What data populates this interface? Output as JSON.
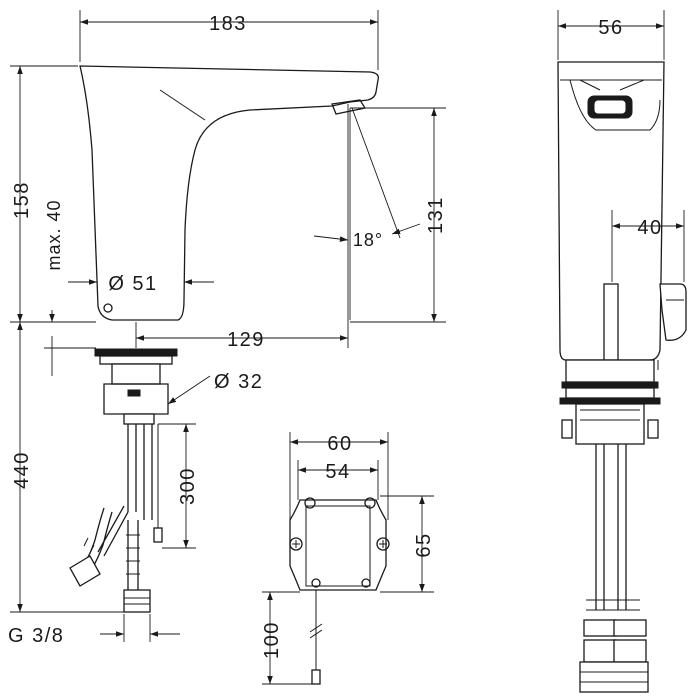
{
  "dimensions": {
    "width_spout": "183",
    "height_total": "158",
    "max_height": "max. 40",
    "diameter_base": "Ø 51",
    "reach": "129",
    "spray_angle": "18°",
    "spout_height": "131",
    "hole_diameter": "Ø 32",
    "hose_length": "440",
    "cable_length": "300",
    "thread": "G 3/8",
    "box_outer_width": "60",
    "box_inner_width": "54",
    "box_height": "65",
    "box_cable": "100",
    "side_width": "56",
    "side_depth": "40"
  },
  "colors": {
    "line": "#1a1a1a",
    "background": "#ffffff"
  }
}
